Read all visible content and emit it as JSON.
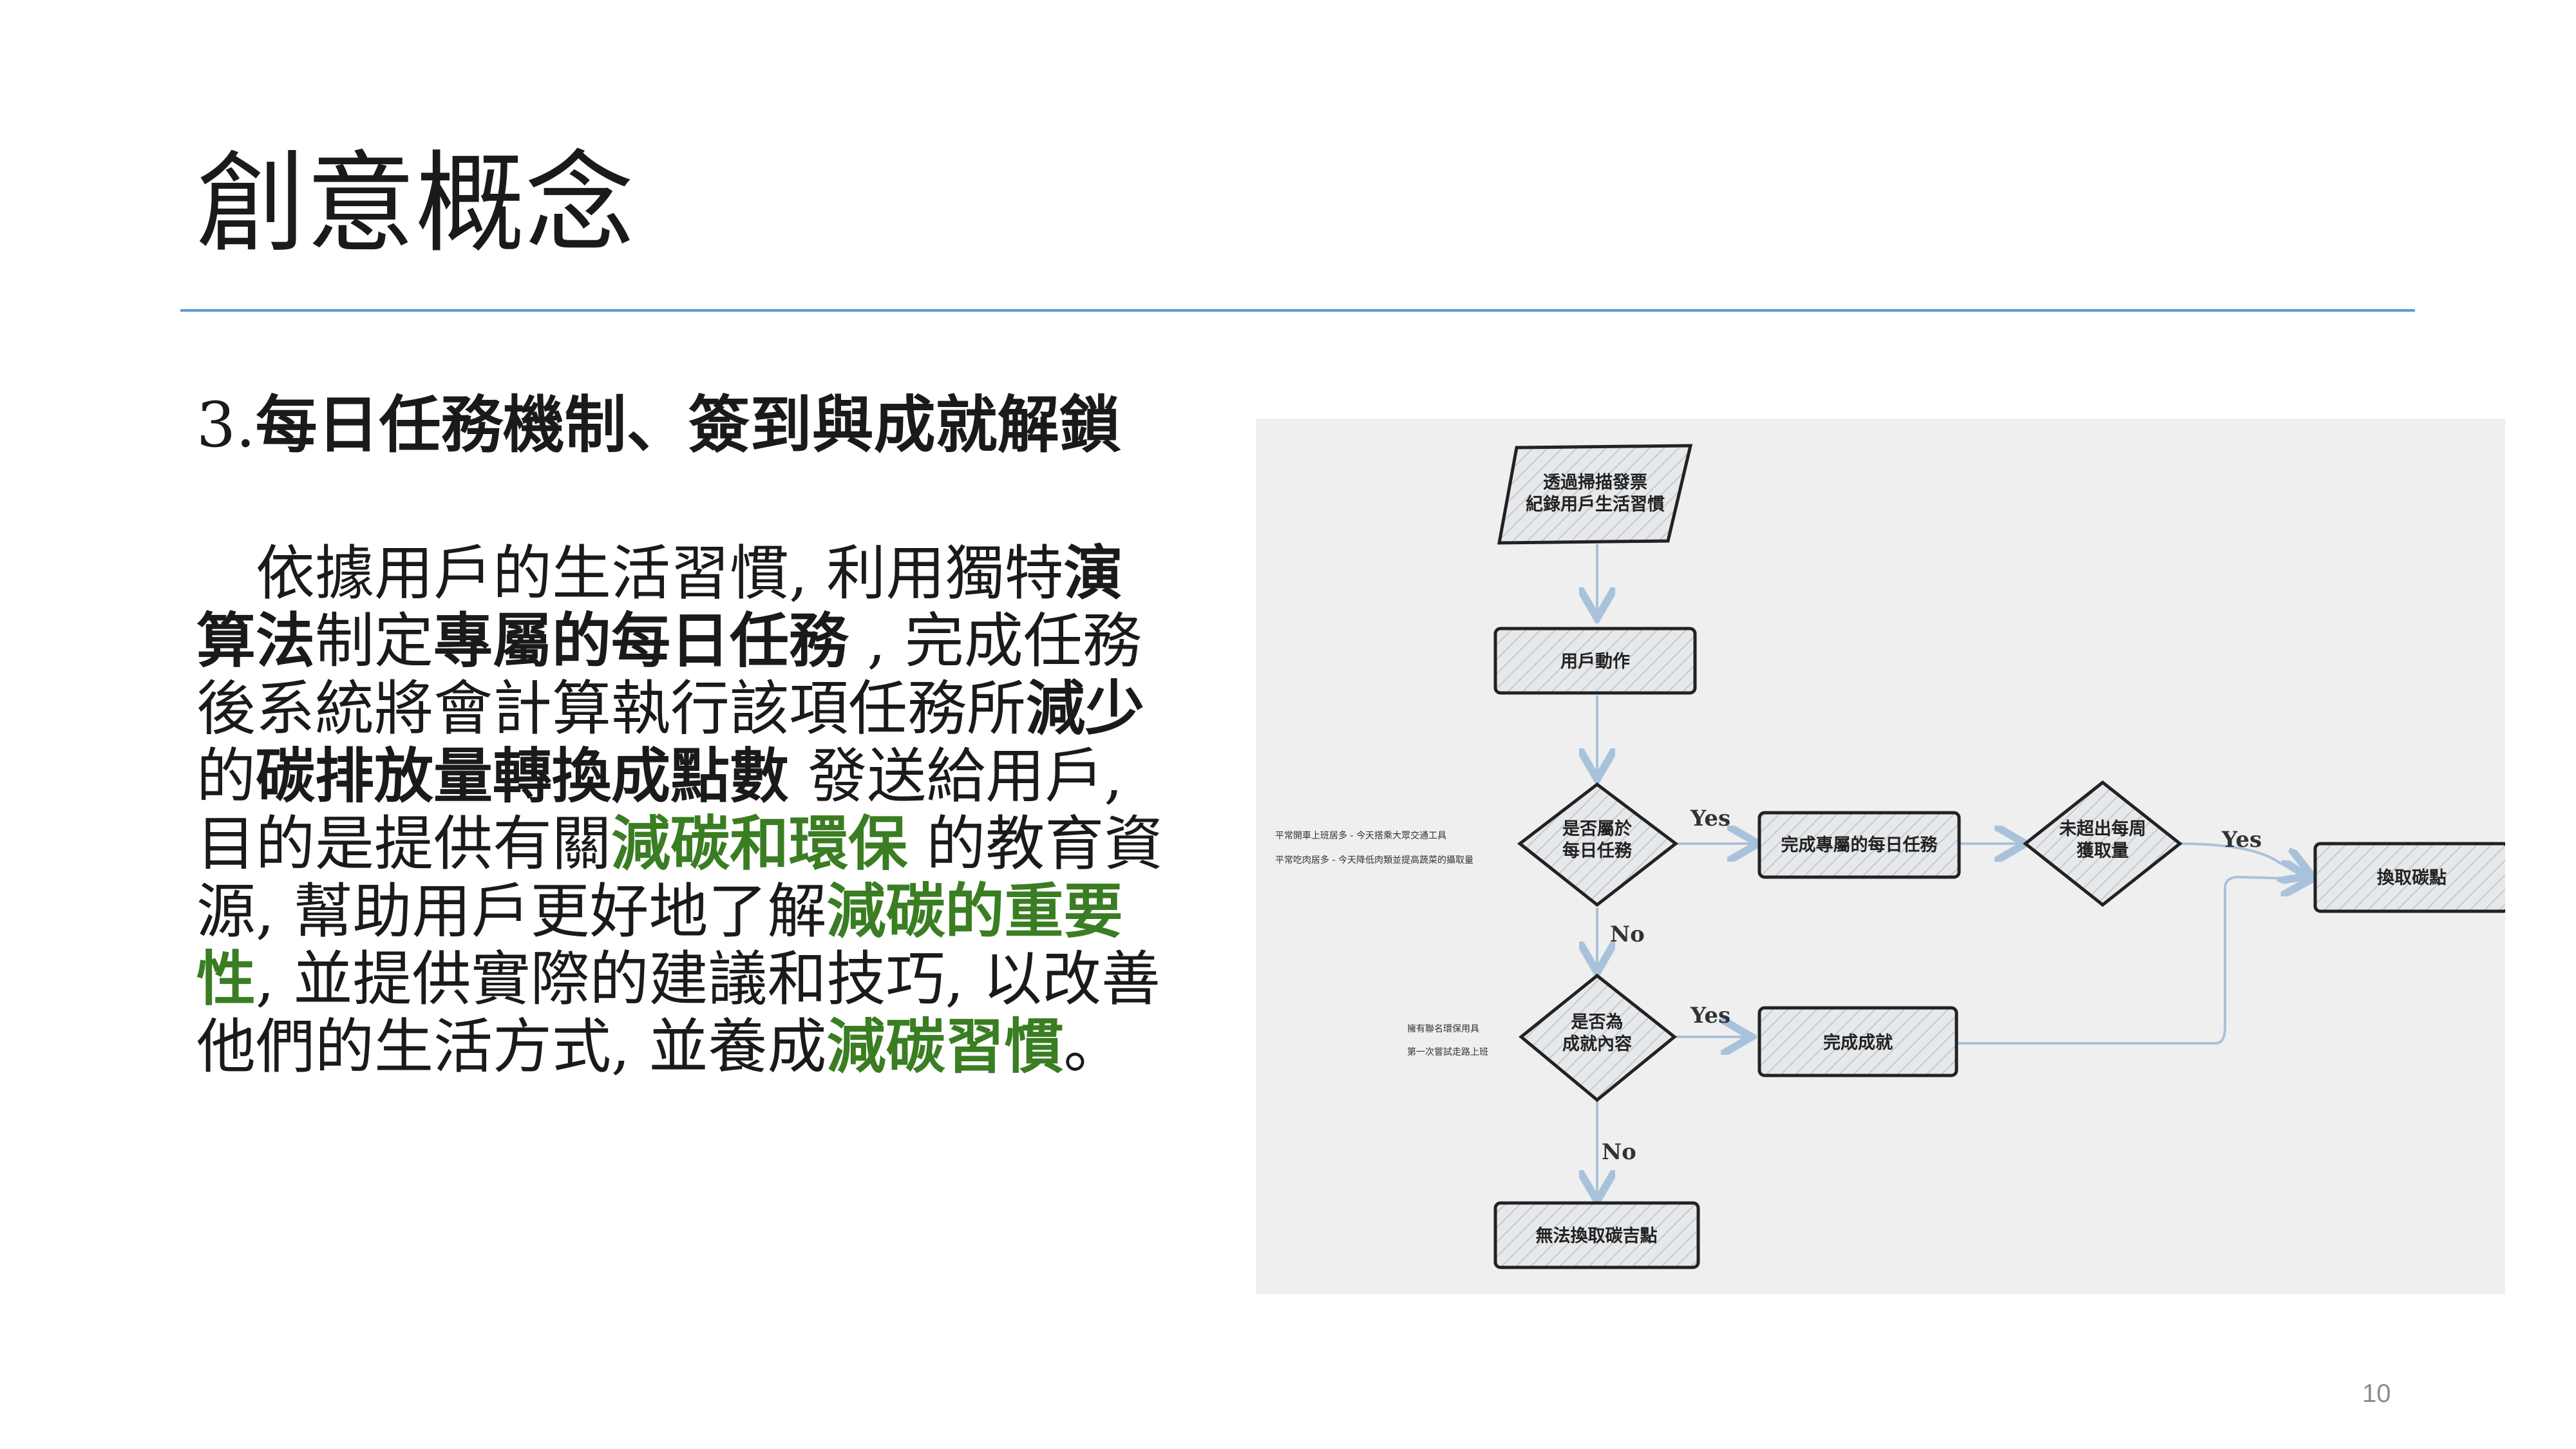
{
  "slide": {
    "title": "創意概念",
    "page_number": "10"
  },
  "section": {
    "number": "3.",
    "heading": "每日任務機制、簽到與成就解鎖"
  },
  "body_lines": [
    [
      {
        "t": "　依據用戶的生活習慣, 利用獨特",
        "s": "n"
      },
      {
        "t": "演",
        "s": "b"
      }
    ],
    [
      {
        "t": "算法",
        "s": "b"
      },
      {
        "t": "制定",
        "s": "n"
      },
      {
        "t": "專屬的每日任務",
        "s": "b"
      },
      {
        "t": " , 完成任務",
        "s": "n"
      }
    ],
    [
      {
        "t": "後系統將會計算執行該項任務所",
        "s": "n"
      },
      {
        "t": "減少",
        "s": "b"
      }
    ],
    [
      {
        "t": "的",
        "s": "n"
      },
      {
        "t": "碳排放量轉換成點數",
        "s": "b"
      },
      {
        "t": " 發送給用戶,",
        "s": "n"
      }
    ],
    [
      {
        "t": "目的是提供有關",
        "s": "n"
      },
      {
        "t": "減碳和環保",
        "s": "g"
      },
      {
        "t": " 的教育資",
        "s": "n"
      }
    ],
    [
      {
        "t": "源, 幫助用戶更好地了解",
        "s": "n"
      },
      {
        "t": "減碳的重要",
        "s": "g"
      }
    ],
    [
      {
        "t": "性",
        "s": "g"
      },
      {
        "t": ", 並提供實際的建議和技巧, 以改善",
        "s": "n"
      }
    ],
    [
      {
        "t": "他們的生活方式, 並養成",
        "s": "n"
      },
      {
        "t": "減碳習慣",
        "s": "g"
      },
      {
        "t": "。",
        "s": "n"
      }
    ]
  ],
  "colors": {
    "accent_rule": "#5b9bd5",
    "highlight_green": "#3a7d22",
    "figure_bg": "#efefef",
    "arrow": "#a9c2dc"
  },
  "flowchart": {
    "start": [
      "透過掃描發票",
      "紀錄用戶生活習慣"
    ],
    "action": "用戶動作",
    "decision1": [
      "是否屬於",
      "每日任務"
    ],
    "decision1_notes": [
      "平常開車上班居多 - 今天搭乘大眾交通工具",
      "平常吃肉居多 - 今天降低肉類並提高蔬菜的攝取量"
    ],
    "task_done": "完成專屬的每日任務",
    "decision_weekly": [
      "未超出每周",
      "獲取量"
    ],
    "redeem": "換取碳點",
    "decision2": [
      "是否為",
      "成就內容"
    ],
    "decision2_notes": [
      "擁有聯名環保用具",
      "第一次嘗試走路上班"
    ],
    "achievement_done": "完成成就",
    "fail": "無法換取碳吉點",
    "yes_label": "Yes",
    "no_label": "No"
  }
}
